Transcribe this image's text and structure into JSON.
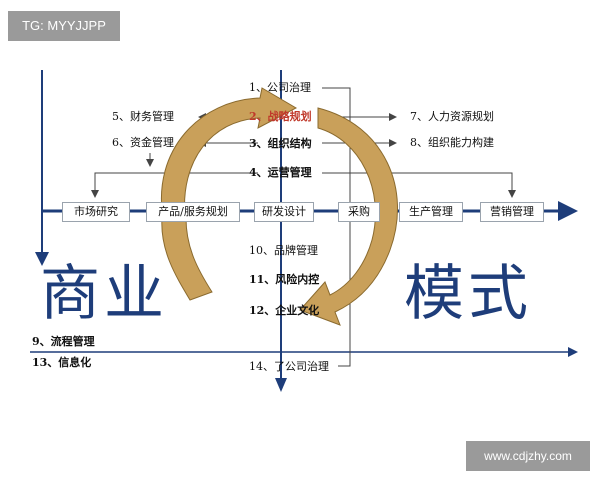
{
  "watermark": {
    "top_left": "TG: MYYJJPP",
    "bottom_right": "www.cdjzhy.com"
  },
  "center_items": [
    "1、公司治理",
    "2、战略规划",
    "3、组织结构",
    "4、运营管理",
    "10、品牌管理",
    "11、风险内控",
    "12、企业文化",
    "14、了公司治理"
  ],
  "left_items": [
    "5、财务管理",
    "6、资金管理"
  ],
  "right_items": [
    "7、人力资源规划",
    "8、组织能力构建"
  ],
  "value_chain": [
    "市场研究",
    "产品/服务规划",
    "研发设计",
    "采购",
    "生产管理",
    "营销管理"
  ],
  "bottom_left_items": [
    "9、流程管理",
    "13、信息化"
  ],
  "big_text": {
    "left": "商业",
    "right": "模式"
  },
  "colors": {
    "axis": "#1e3d7a",
    "arrow_fill": "#c9a05a",
    "arrow_stroke": "#8a6a2e",
    "connector": "#444444",
    "highlight": "#c0392b"
  }
}
